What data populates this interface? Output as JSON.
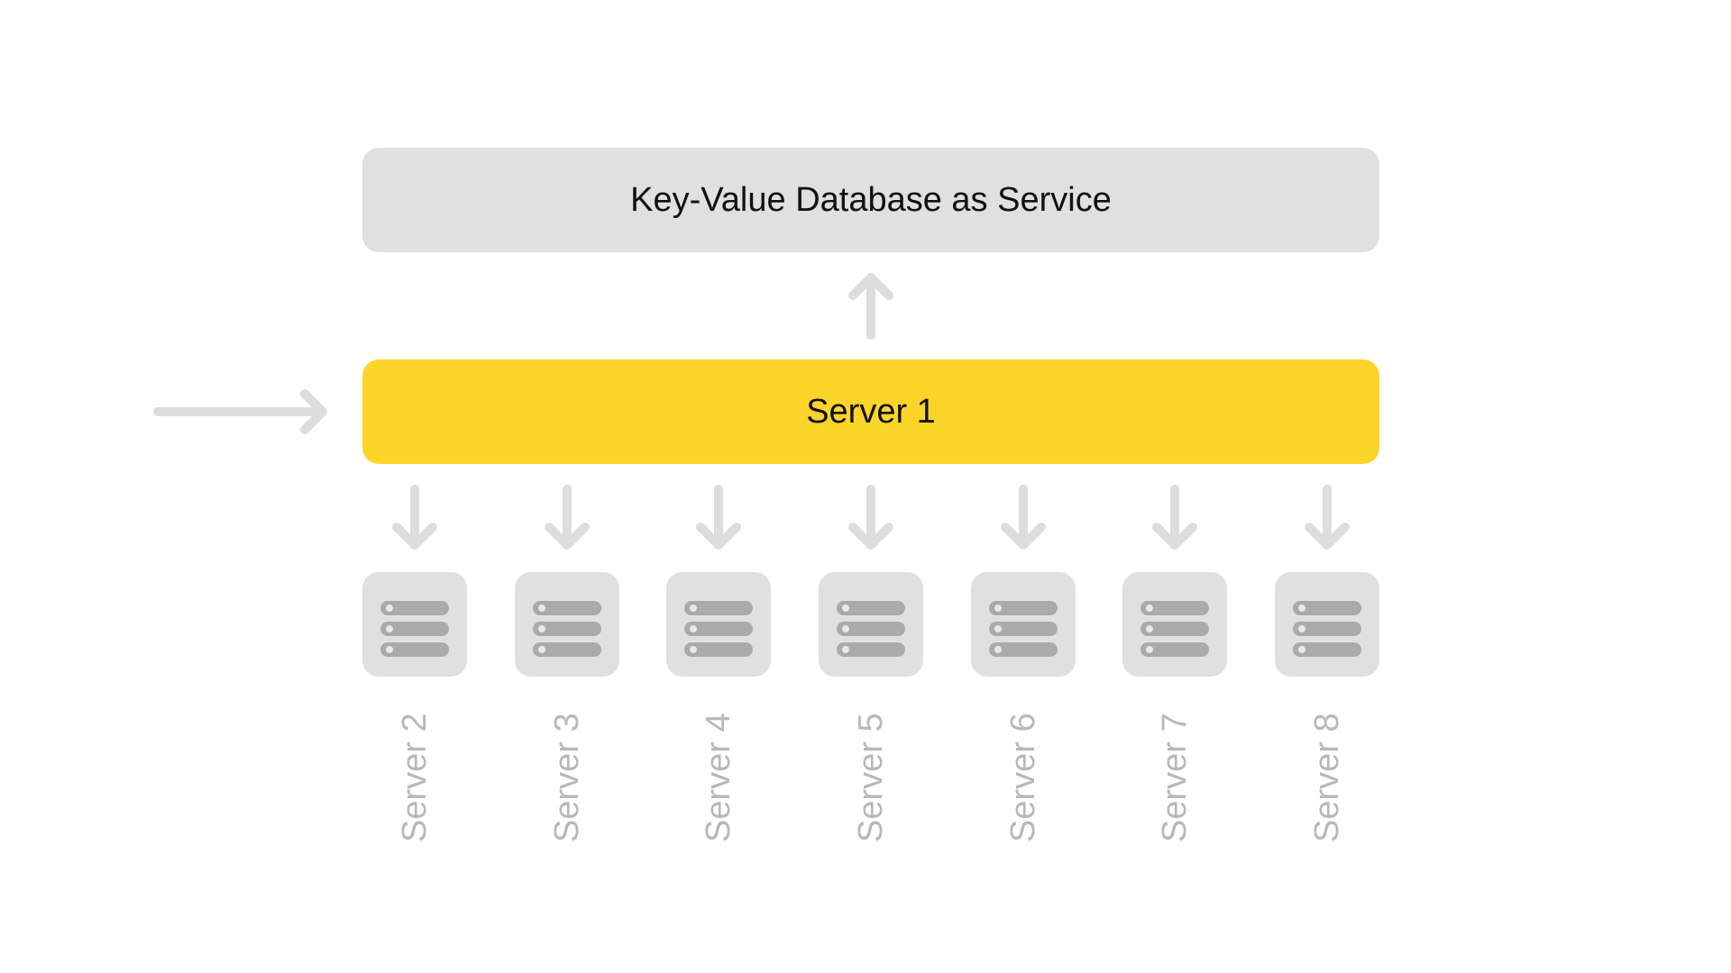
{
  "database": {
    "label": "Key-Value Database as Service"
  },
  "primary_server": {
    "label": "Server 1"
  },
  "servers": [
    {
      "label": "Server 2"
    },
    {
      "label": "Server 3"
    },
    {
      "label": "Server 4"
    },
    {
      "label": "Server 5"
    },
    {
      "label": "Server 6"
    },
    {
      "label": "Server 7"
    },
    {
      "label": "Server 8"
    }
  ],
  "icons": {
    "server_tile": "server-stack-icon",
    "arrow": "arrow-icon"
  },
  "colors": {
    "primary_server": "#fdd52a",
    "box": "#e0e0e0",
    "arrow": "#dddddd",
    "server_bars": "#aaaaaa",
    "muted_label": "#b8b8b8",
    "text": "#111111"
  }
}
